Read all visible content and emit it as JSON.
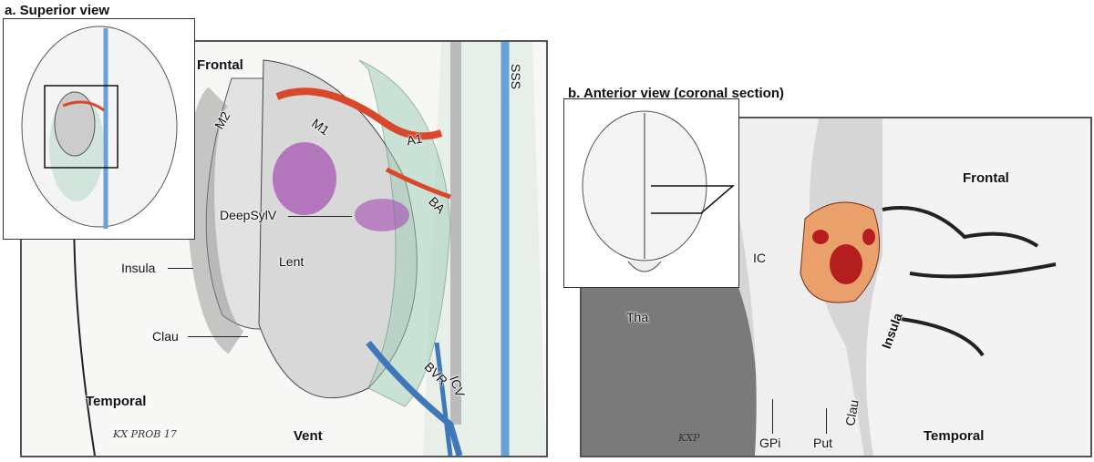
{
  "panel_a": {
    "title": "a. Superior view",
    "labels": {
      "frontal": "Frontal",
      "m2": "M2",
      "m1": "M1",
      "a1": "A1",
      "sss": "SSS",
      "deepsylv": "DeepSylV",
      "ba": "BA",
      "insula": "Insula",
      "lent": "Lent",
      "clau": "Clau",
      "bvr": "BVR",
      "icv": "ICV",
      "temporal": "Temporal",
      "vent": "Vent"
    },
    "signature": "KX PROB 17"
  },
  "panel_b": {
    "title": "b. Anterior view (coronal section)",
    "labels": {
      "ic": "IC",
      "frontal": "Frontal",
      "tha": "Tha",
      "insula": "Insula",
      "clau": "Clau",
      "temporal": "Temporal",
      "gpi": "GPi",
      "put": "Put"
    },
    "signature": "KXP"
  },
  "colors": {
    "artery": "#d9482b",
    "vein": "#4a86c8",
    "malformation": "#a44bb0",
    "tract": "#9fcfb8"
  }
}
